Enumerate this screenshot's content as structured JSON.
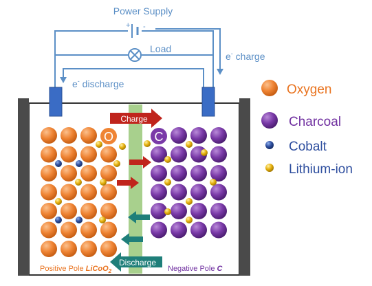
{
  "circuit": {
    "power_supply_label": "Power Supply",
    "load_label": "Load",
    "charge_label": "e",
    "charge_suffix": " charge",
    "discharge_label": "e",
    "discharge_suffix": " discharge",
    "electron_superscript": "-"
  },
  "cell": {
    "positive_letter": "O",
    "negative_letter": "C",
    "charge_arrow_label": "Charge",
    "discharge_arrow_label": "Discharge",
    "positive_pole_label": "Positive Pole ",
    "positive_pole_formula": "LiCoO",
    "positive_pole_subscript": "2",
    "negative_pole_label": "Negative Pole ",
    "negative_pole_formula": "C"
  },
  "legend": {
    "items": [
      {
        "label": "Oxygen",
        "color": "#ef8434"
      },
      {
        "label": "Charcoal",
        "color": "#7a3aa8"
      },
      {
        "label": "Cobalt",
        "color": "#2f4f9f"
      },
      {
        "label": "Lithium-ion",
        "color": "#e7b20f"
      }
    ]
  },
  "colors": {
    "wire": "#5b8fc6",
    "electrode": "#3a6cc5",
    "wall": "#4a4a4a",
    "separator": "#a8d08d",
    "charge_arrow": "#c0241c",
    "discharge_arrow": "#1f7f7a",
    "positive_text": "#e9731f",
    "negative_text": "#7030a0"
  }
}
